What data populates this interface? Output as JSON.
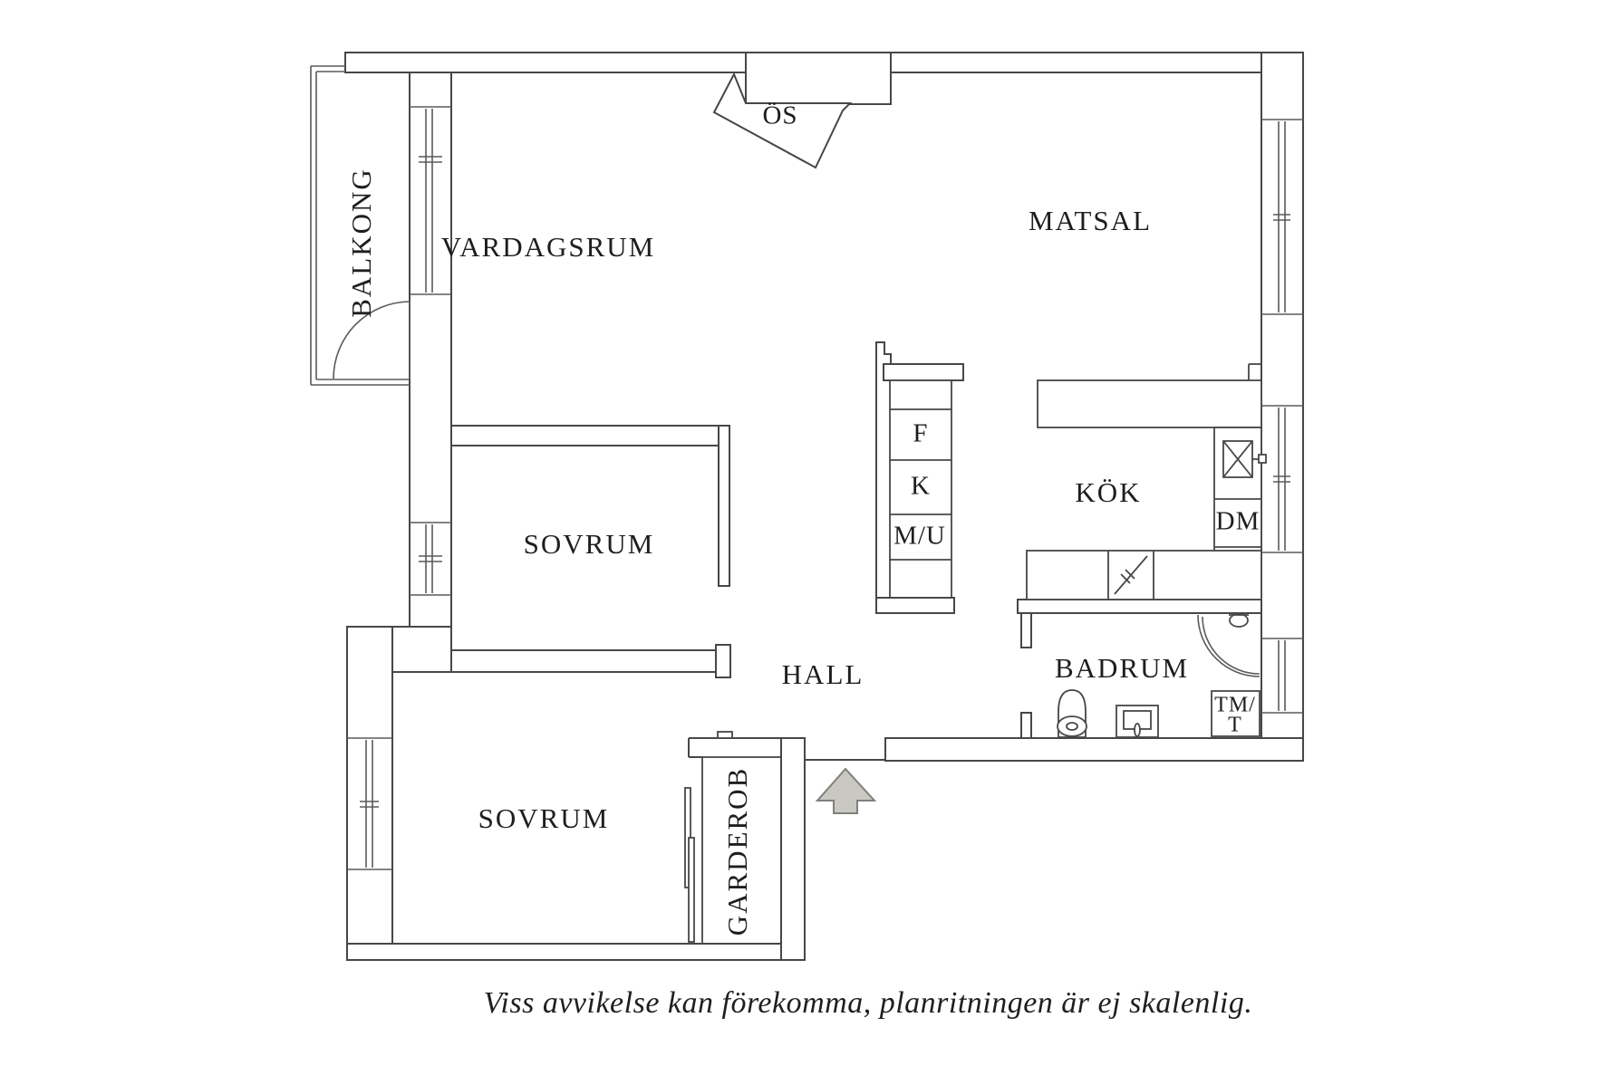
{
  "rooms": {
    "balkong": "BALKONG",
    "vardagsrum": "VARDAGSRUM",
    "matsal": "MATSAL",
    "sovrum_upper": "SOVRUM",
    "kok": "KÖK",
    "hall": "HALL",
    "badrum": "BADRUM",
    "sovrum_lower": "SOVRUM",
    "garderob": "GARDEROB"
  },
  "features": {
    "fireplace": "ÖS"
  },
  "appliances": {
    "fridge": "F",
    "freezer": "K",
    "micro_oven": "M/U",
    "dishwasher": "DM",
    "washer_line1": "TM/",
    "washer_line2": "T"
  },
  "caption": "Viss avvikelse kan förekomma, planritningen är ej skalenlig.",
  "colors": {
    "line": "#474747",
    "text": "#1e1e1e",
    "arrow_fill": "#c9c8c3",
    "arrow_stroke": "#817f7a"
  }
}
